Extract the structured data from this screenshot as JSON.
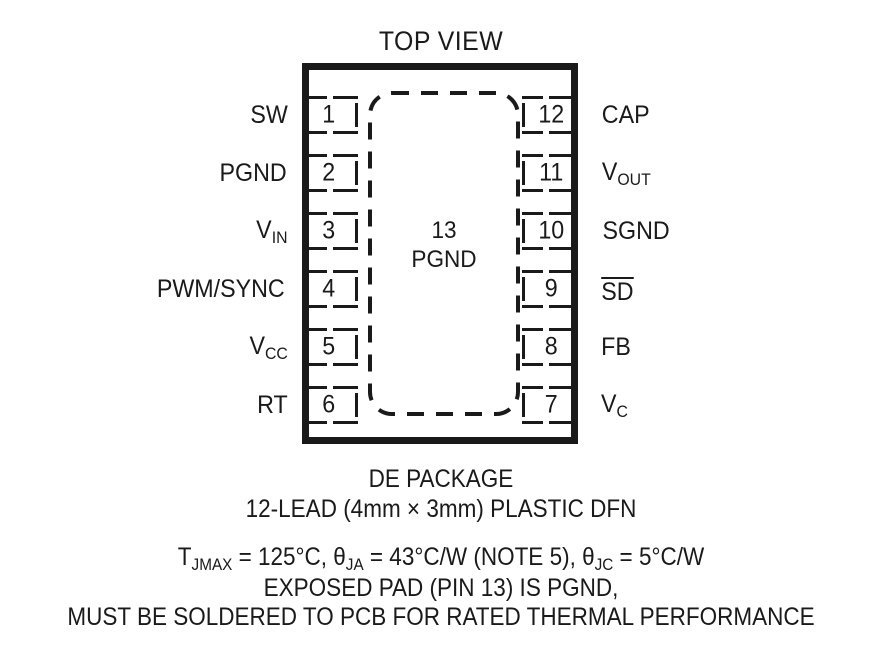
{
  "diagram": {
    "title": "TOP VIEW",
    "package_label_line1": "DE PACKAGE",
    "package_label_line2": "12-LEAD (4mm × 3mm) PLASTIC DFN",
    "exposed_pad": {
      "number": "13",
      "name": "PGND"
    },
    "thermal": {
      "line1_tjmax_label": "T",
      "line1_tjmax_sub": "JMAX",
      "line1_tjmax_value": " = 125°C, ",
      "line1_theta_ja_symbol": "θ",
      "line1_theta_ja_sub": "JA",
      "line1_theta_ja_value": " = 43°C/W (NOTE 5), ",
      "line1_theta_jc_symbol": "θ",
      "line1_theta_jc_sub": "JC",
      "line1_theta_jc_value": " = 5°C/W",
      "line2": "EXPOSED PAD (PIN 13) IS PGND,",
      "line3": "MUST BE SOLDERED TO PCB FOR RATED THERMAL PERFORMANCE"
    },
    "pins_left": [
      {
        "number": "1",
        "name": "SW",
        "sub": "",
        "overline": false
      },
      {
        "number": "2",
        "name": "PGND",
        "sub": "",
        "overline": false
      },
      {
        "number": "3",
        "name": "V",
        "sub": "IN",
        "overline": false
      },
      {
        "number": "4",
        "name": "PWM/SYNC",
        "sub": "",
        "overline": false
      },
      {
        "number": "5",
        "name": "V",
        "sub": "CC",
        "overline": false
      },
      {
        "number": "6",
        "name": "RT",
        "sub": "",
        "overline": false
      }
    ],
    "pins_right": [
      {
        "number": "12",
        "name": "CAP",
        "sub": "",
        "overline": false
      },
      {
        "number": "11",
        "name": "V",
        "sub": "OUT",
        "overline": false
      },
      {
        "number": "10",
        "name": "SGND",
        "sub": "",
        "overline": false
      },
      {
        "number": "9",
        "name": "SD",
        "sub": "",
        "overline": true
      },
      {
        "number": "8",
        "name": "FB",
        "sub": "",
        "overline": false
      },
      {
        "number": "7",
        "name": "V",
        "sub": "C",
        "overline": false
      }
    ],
    "colors": {
      "ink": "#1a1a1a",
      "background": "#ffffff"
    }
  }
}
